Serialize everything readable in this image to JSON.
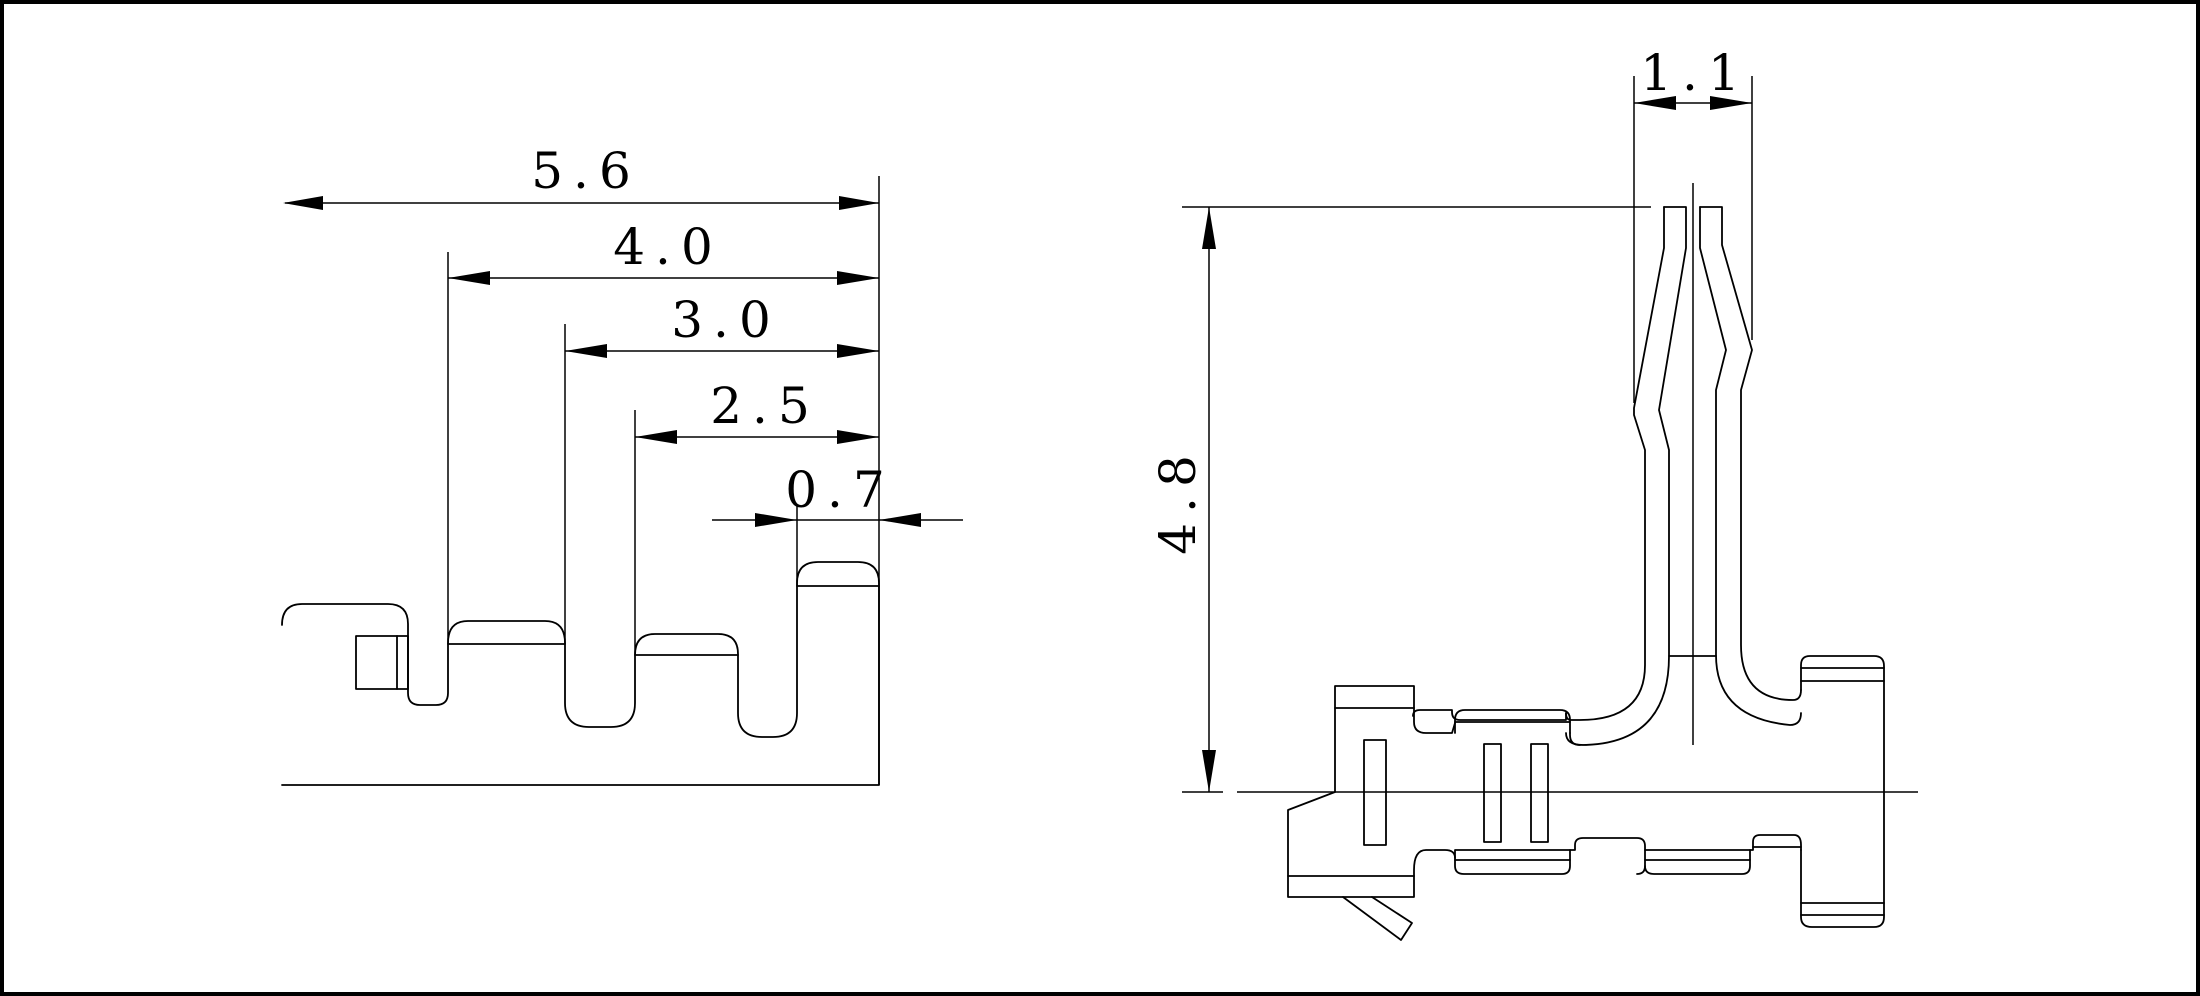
{
  "drawing": {
    "side_view": {
      "dimensions": [
        {
          "label": "5.6",
          "value": 5.6
        },
        {
          "label": "4.0",
          "value": 4.0
        },
        {
          "label": "3.0",
          "value": 3.0
        },
        {
          "label": "2.5",
          "value": 2.5
        },
        {
          "label": "0.7",
          "value": 0.7
        }
      ]
    },
    "front_view": {
      "dimensions": [
        {
          "label": "1.1",
          "value": 1.1
        },
        {
          "label": "4.8",
          "value": 4.8
        }
      ]
    }
  }
}
